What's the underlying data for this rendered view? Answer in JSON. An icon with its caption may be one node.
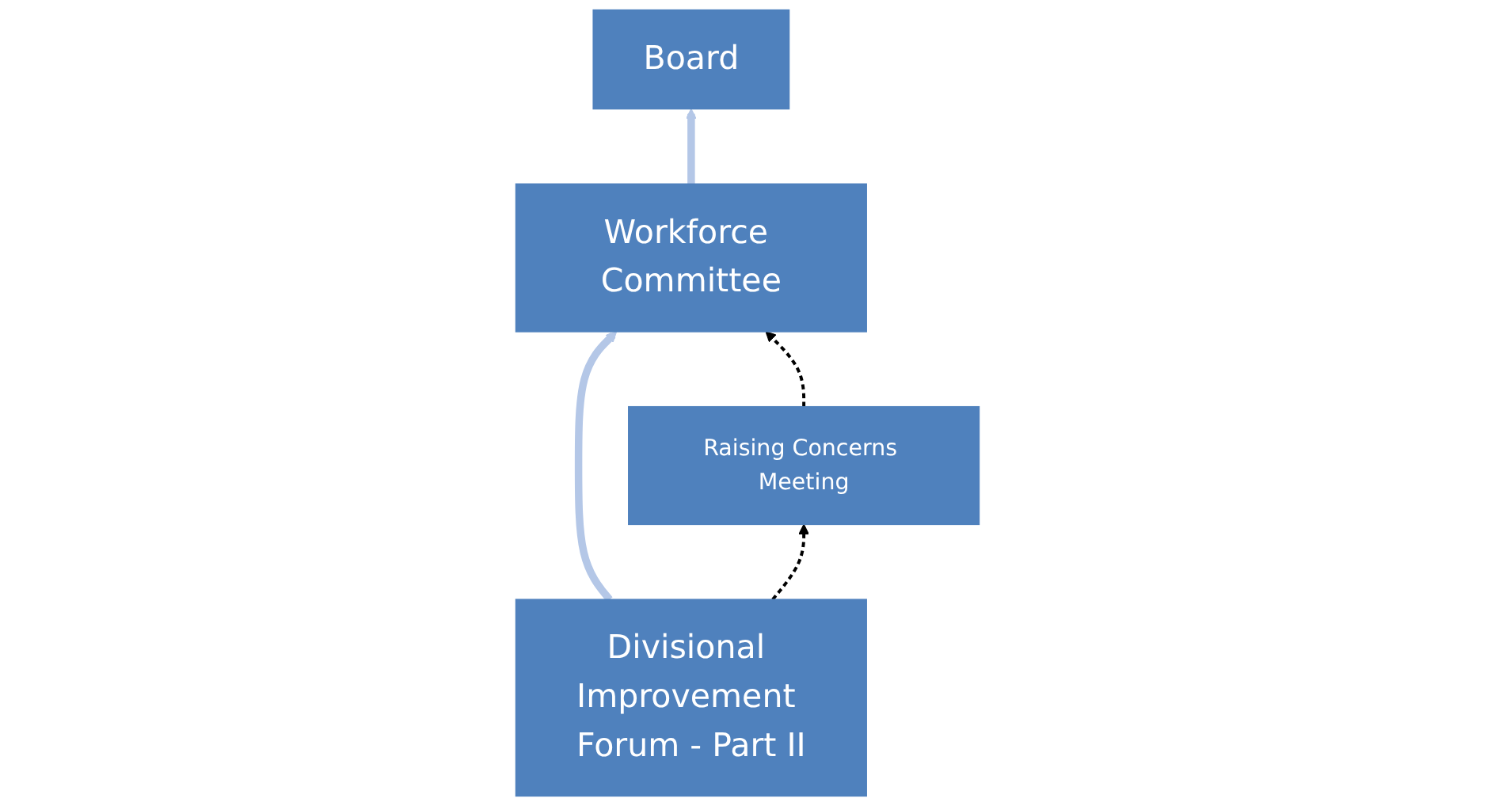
{
  "diagram": {
    "nodes": [
      {
        "text": [
          "Board"
        ]
      },
      {
        "text": [
          "Workforce Committee"
        ]
      },
      {
        "text": [
          "Divisional Improvement Forum - Part II"
        ]
      },
      {
        "text": [
          "Raising Concerns Meeting"
        ]
      }
    ],
    "edges": [
      {
        "from": 1,
        "to": 0,
        "arrow": "to",
        "style": "thick"
      },
      {
        "from": 2,
        "to": 1,
        "arrow": "to",
        "style": "thick"
      },
      {
        "from": 3,
        "to": 1,
        "arrow": "to",
        "style": "dashed",
        "color": "#000000"
      },
      {
        "from": 2,
        "to": 3,
        "arrow": "to",
        "style": "dashed",
        "color": "#000000"
      }
    ]
  }
}
